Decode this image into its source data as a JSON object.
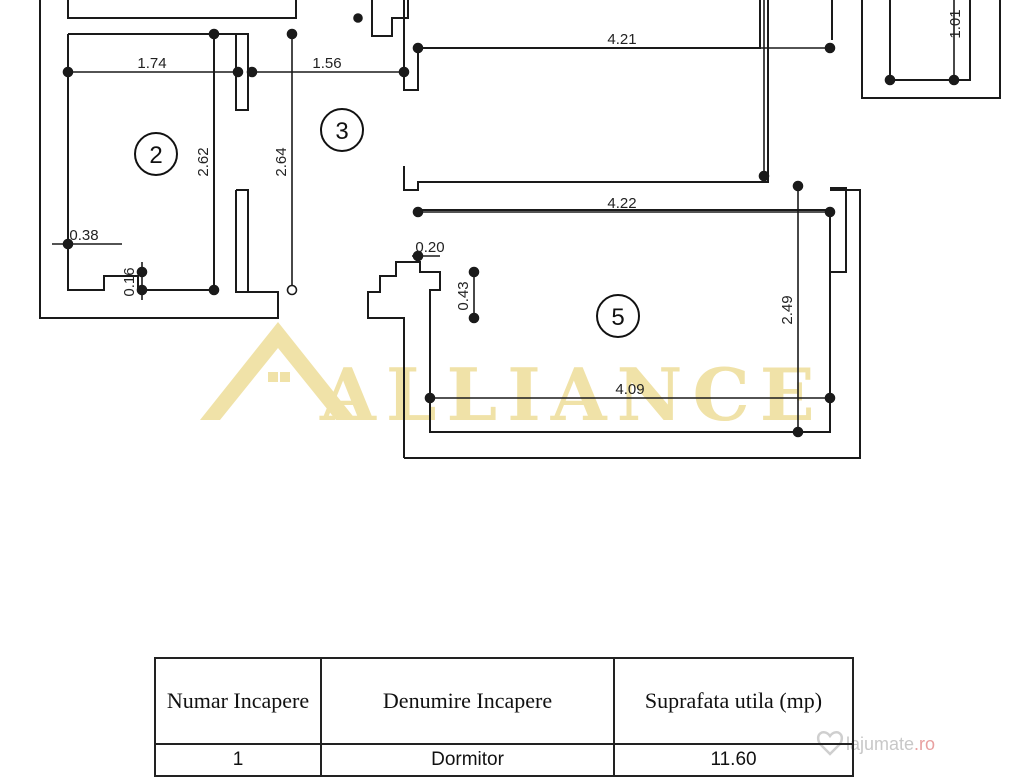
{
  "plan": {
    "rooms": [
      {
        "id": "2",
        "label": "2"
      },
      {
        "id": "3",
        "label": "3"
      },
      {
        "id": "5",
        "label": "5"
      }
    ],
    "dimensions": {
      "d174": "1.74",
      "d156": "1.56",
      "d421": "4.21",
      "d101": "1.01",
      "d262": "2.62",
      "d264": "2.64",
      "d422": "4.22",
      "d038": "0.38",
      "d016": "0.16",
      "d020": "0.20",
      "d043": "0.43",
      "d249": "2.49",
      "d409": "4.09"
    },
    "watermark": "ALLIANCE"
  },
  "table": {
    "headers": {
      "number": "Numar Incapere",
      "name": "Denumire Incapere",
      "area": "Suprafata utila (mp)"
    },
    "rows": [
      {
        "number": "1",
        "name": "Dormitor",
        "area": "11.60"
      }
    ]
  },
  "site_mark": {
    "name": "lajumate",
    "suffix": ".ro"
  }
}
